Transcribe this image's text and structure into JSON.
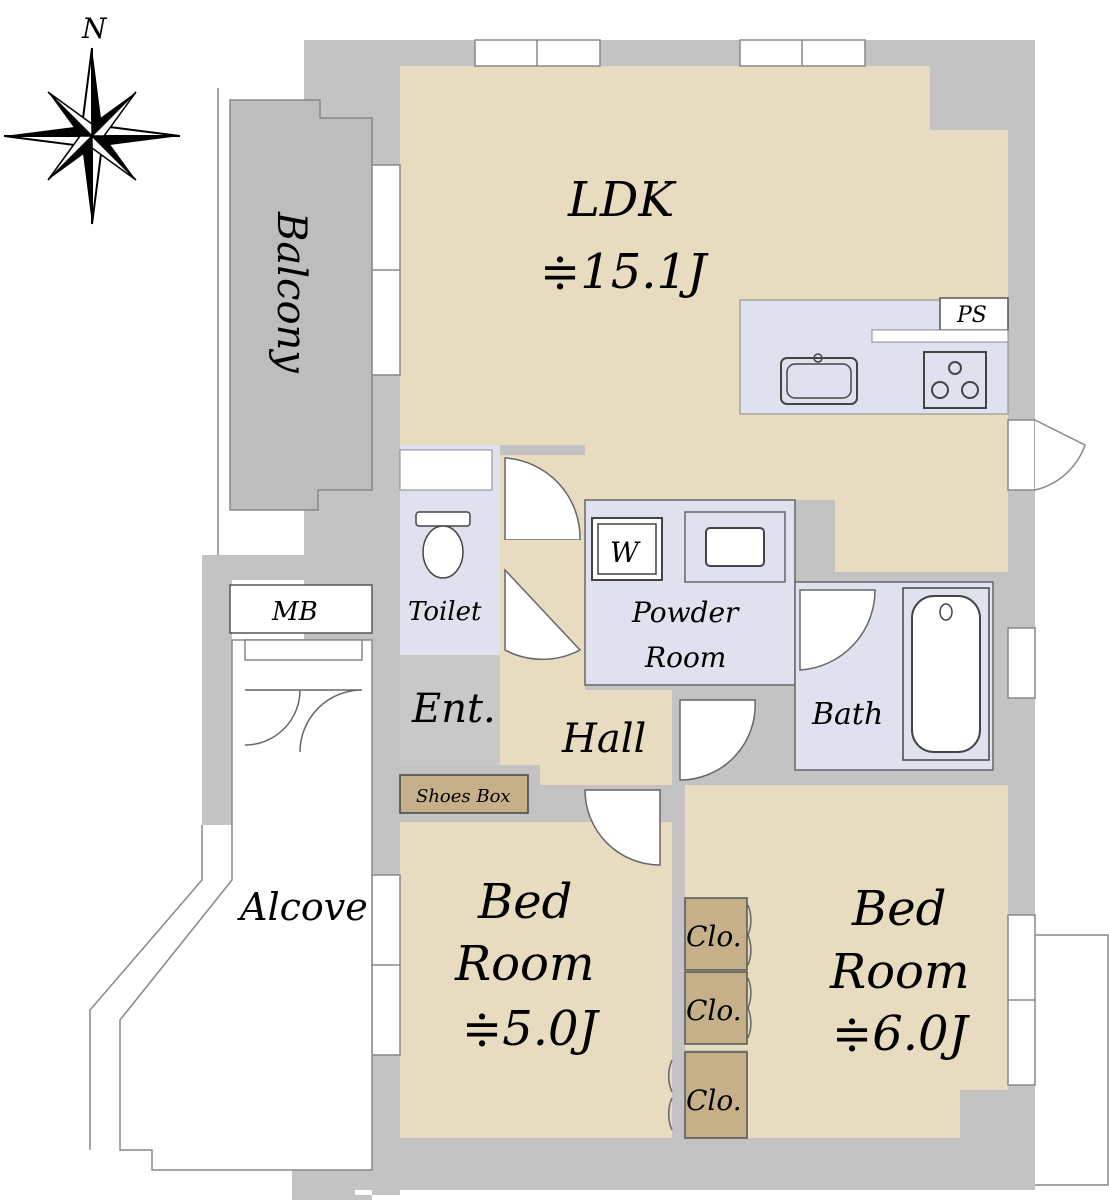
{
  "compass": {
    "north_label": "N"
  },
  "rooms": {
    "ldk": {
      "name": "LDK",
      "size": "≑15.1J"
    },
    "balcony": {
      "name": "Balcony"
    },
    "ps": {
      "name": "PS"
    },
    "mb": {
      "name": "MB"
    },
    "toilet": {
      "name": "Toilet"
    },
    "washer": {
      "name": "W"
    },
    "powder": {
      "line1": "Powder",
      "line2": "Room"
    },
    "entrance": {
      "name": "Ent."
    },
    "hall": {
      "name": "Hall"
    },
    "bath": {
      "name": "Bath"
    },
    "shoes_box": {
      "name": "Shoes Box"
    },
    "alcove": {
      "name": "Alcove"
    },
    "bed1": {
      "line1": "Bed",
      "line2": "Room",
      "size": "≑5.0J"
    },
    "bed2": {
      "line1": "Bed",
      "line2": "Room",
      "size": "≑6.0J"
    },
    "closets": [
      "Clo.",
      "Clo.",
      "Clo."
    ]
  },
  "colors": {
    "floor": "#e8dcc0",
    "wall": "#c3c3c3",
    "balcony": "#bdbdbd",
    "wet_area": "#dfe2ee",
    "entrance": "#c8c8c8",
    "shoes_box": "#c6b08a",
    "closet": "#c6b08a"
  }
}
